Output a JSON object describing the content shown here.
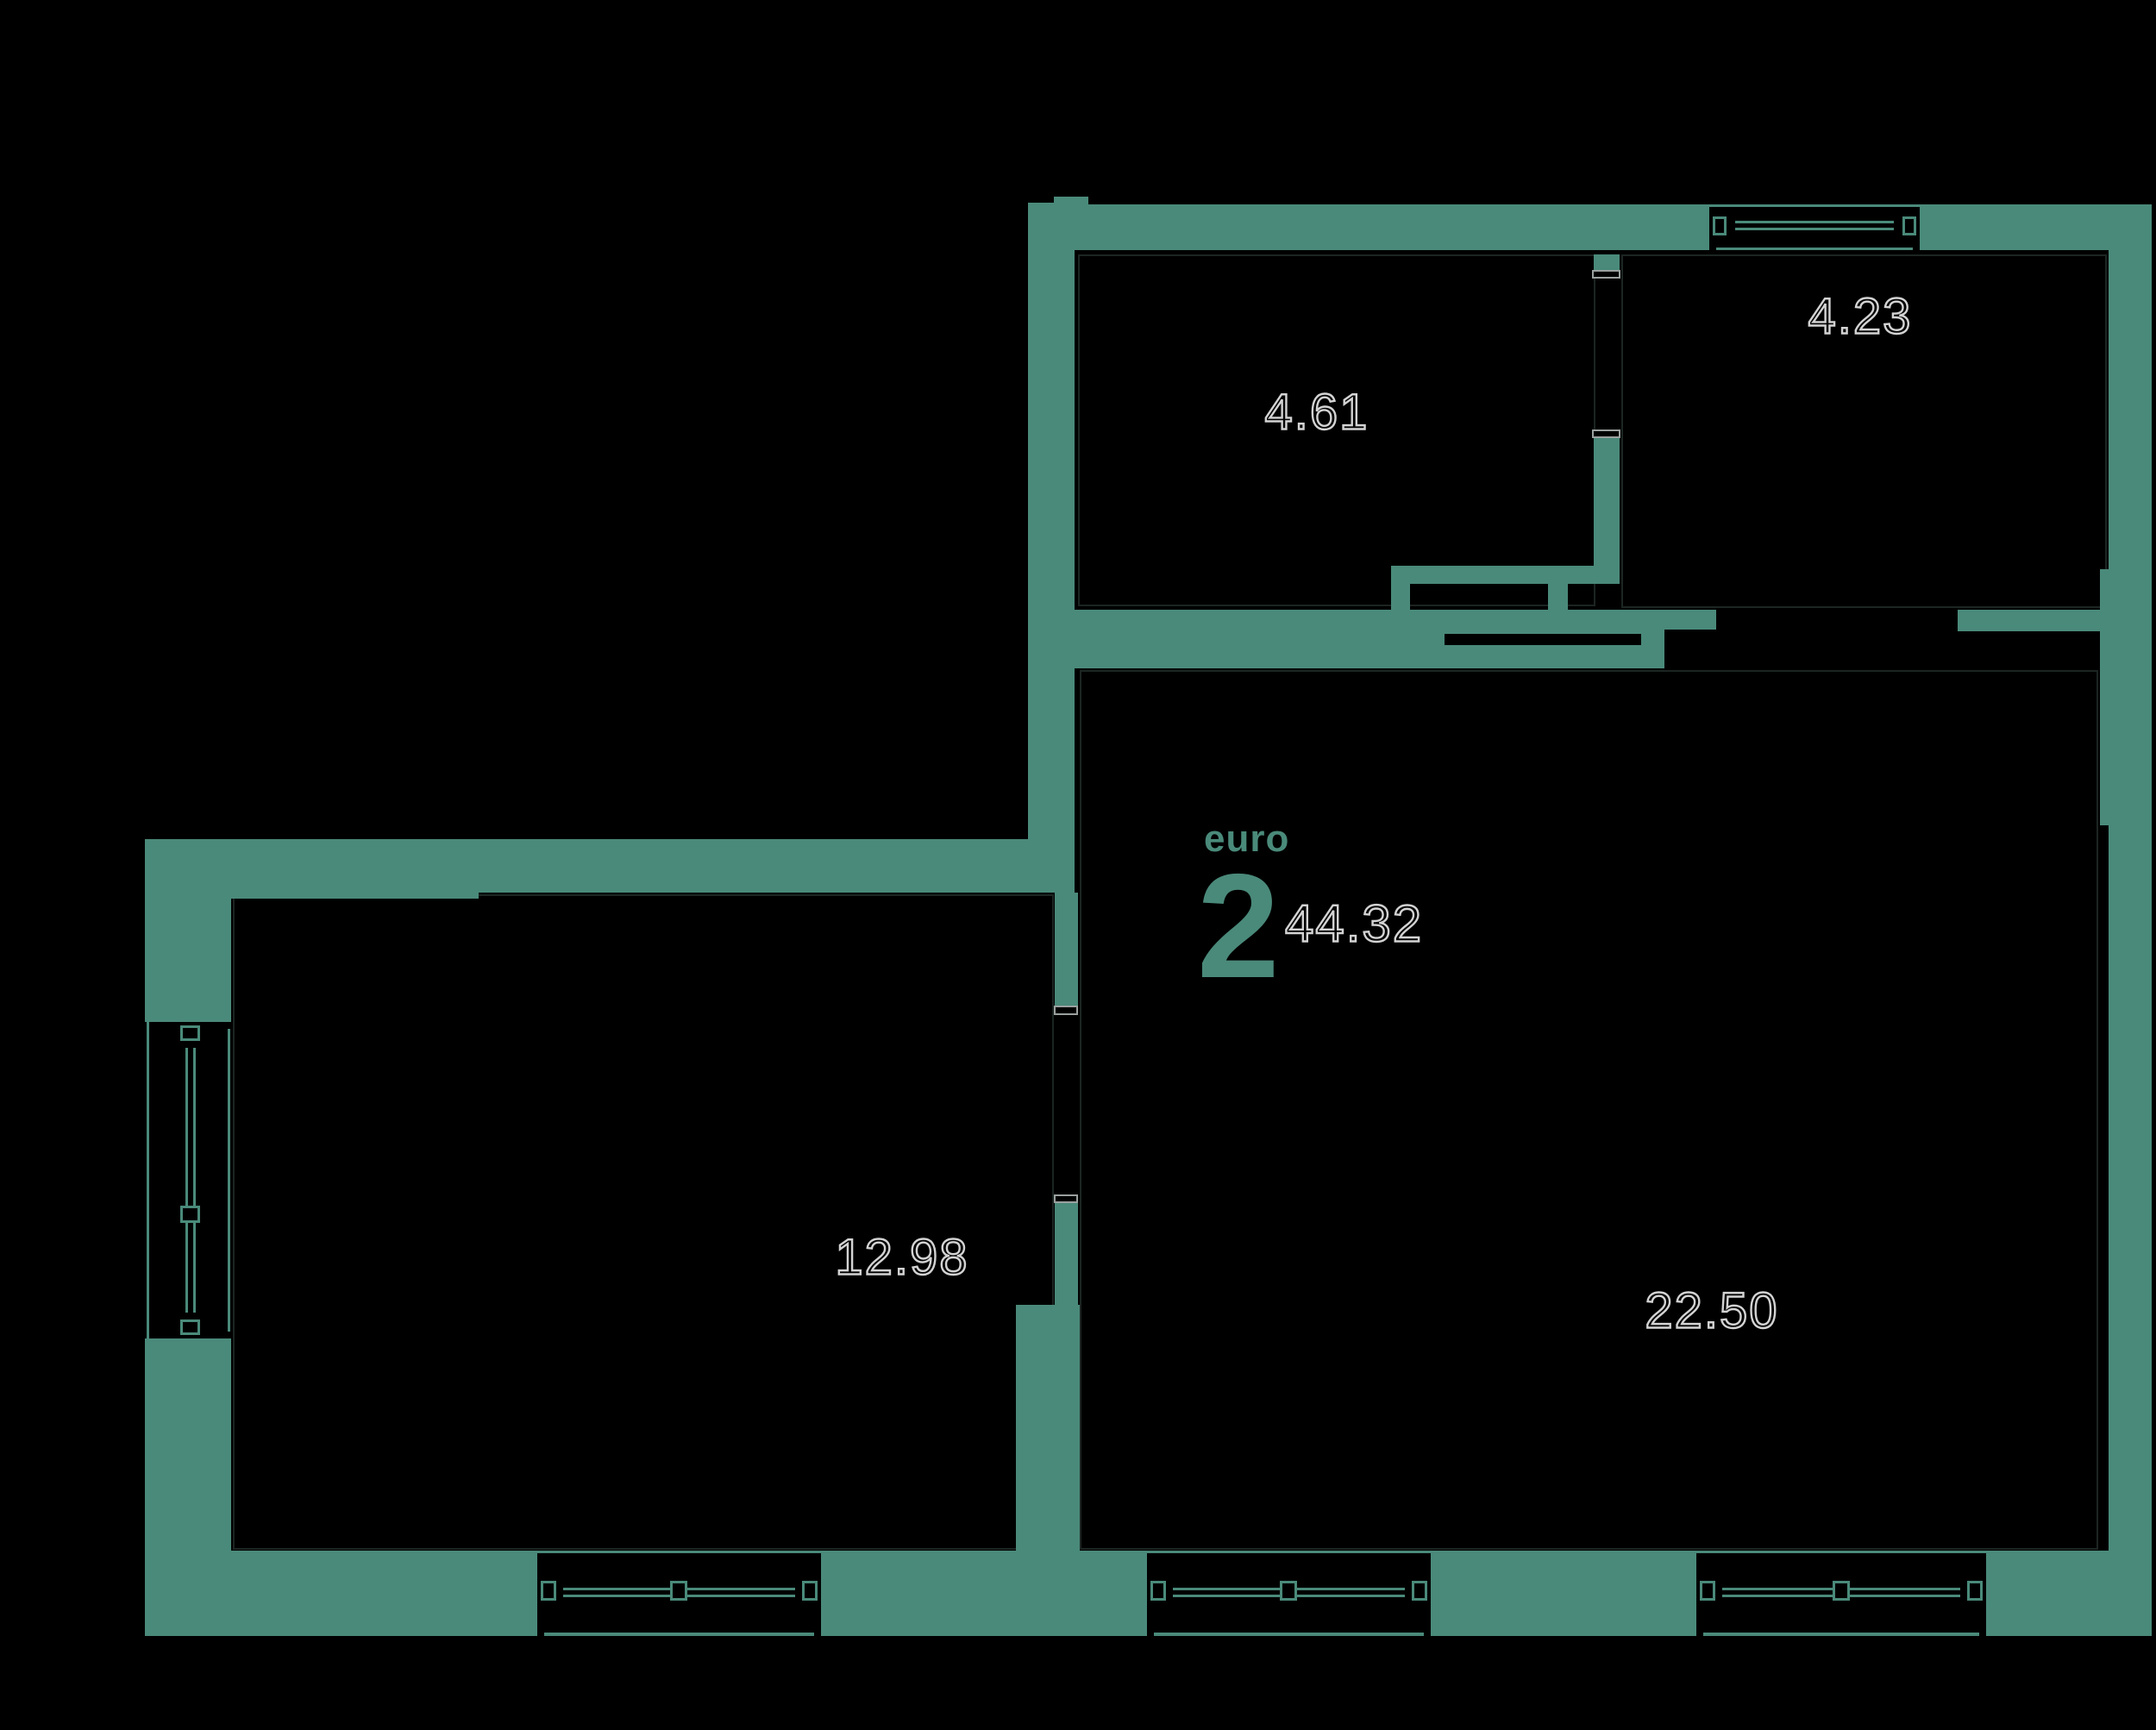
{
  "page": {
    "background": "#000000"
  },
  "plan": {
    "type_label": "euro",
    "rooms_count": "2",
    "total_area": "44.32",
    "accent_color": "#4a8a7a",
    "area_text_stroke": "#d3d3d3",
    "rooms": [
      {
        "id": "top-middle-room",
        "area": "4.61"
      },
      {
        "id": "top-right-room",
        "area": "4.23"
      },
      {
        "id": "left-room",
        "area": "12.98"
      },
      {
        "id": "living-room",
        "area": "22.50"
      }
    ]
  }
}
